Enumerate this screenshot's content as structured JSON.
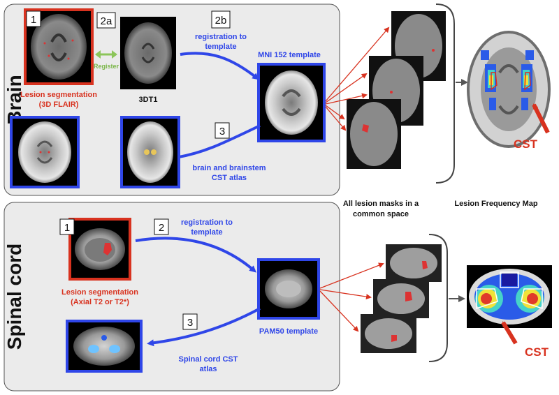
{
  "sections": {
    "brain": "Brain",
    "spinal": "Spinal cord"
  },
  "brain": {
    "step1": "1",
    "step2a": "2a",
    "step2b": "2b",
    "step3": "3",
    "register": "Register",
    "lesion_seg_line1": "Lesion segmentation",
    "lesion_seg_line2": "(3D FLAIR)",
    "t1_label": "3DT1",
    "registration_line1": "registration to",
    "registration_line2": "template",
    "template_label": "MNI 152 template",
    "atlas_line1": "brain and brainstem",
    "atlas_line2": "CST atlas"
  },
  "spinal": {
    "step1": "1",
    "step2": "2",
    "step3": "3",
    "lesion_seg_line1": "Lesion segmentation",
    "lesion_seg_line2": "(Axial T2 or T2*)",
    "registration_line1": "registration to",
    "registration_line2": "template",
    "template_label": "PAM50 template",
    "atlas_line1": "Spinal cord CST",
    "atlas_line2": "atlas"
  },
  "right": {
    "masks_line1": "All lesion masks in a",
    "masks_line2": "common space",
    "freq_map": "Lesion Frequency Map",
    "cst_brain": "CST",
    "cst_spinal": "CST"
  },
  "colors": {
    "blue": "#2f46e8",
    "red": "#d8321f",
    "green": "#8cc55a",
    "panel": "#ebebeb"
  }
}
